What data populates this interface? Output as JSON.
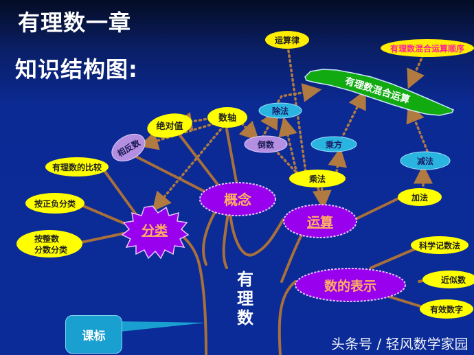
{
  "slide": {
    "title_line1": "有理数一章",
    "title_line2": "知识结构图:",
    "trunk_label": "有理数",
    "callout": "课标",
    "watermark": "头条号 / 轻风数学家园"
  },
  "main_nodes": {
    "gainian": "概念",
    "fenlei": "分类",
    "yunsuan": "运算",
    "shu_de_biaoshi": "数的表示"
  },
  "concept_nodes": {
    "juedui_zhi": "绝对值",
    "shuzhou": "数轴",
    "xiangfanshu": "相反数",
    "daoshu": "倒数"
  },
  "classification_nodes": {
    "bijiao": "有理数的比较",
    "zhengfu": "按正负分类",
    "zhengshu_fenshu_line1": "按整数",
    "zhengshu_fenshu_line2": "分数分类"
  },
  "operation_nodes": {
    "yunsuanlv": "运算律",
    "shunxu": "有理数混合运算顺序",
    "hunhe": "有理数混合运算",
    "chufa": "除法",
    "chengfang": "乘方",
    "chengfa": "乘法",
    "jianfa": "减法",
    "jiafa": "加法"
  },
  "representation_nodes": {
    "kexue": "科学记数法",
    "jinsi": "近似数",
    "youxiao": "有效数字"
  },
  "colors": {
    "background": "#0b2c98",
    "branch": "#a8703a",
    "yellow_node": "#ffff00",
    "purple_main": "#9900ee",
    "lavender_node": "#b48ee0",
    "cyan_node": "#2ab4e0",
    "green_node": "#11aa11",
    "main_text": "#ffb060",
    "pink_text": "#ff3399"
  }
}
